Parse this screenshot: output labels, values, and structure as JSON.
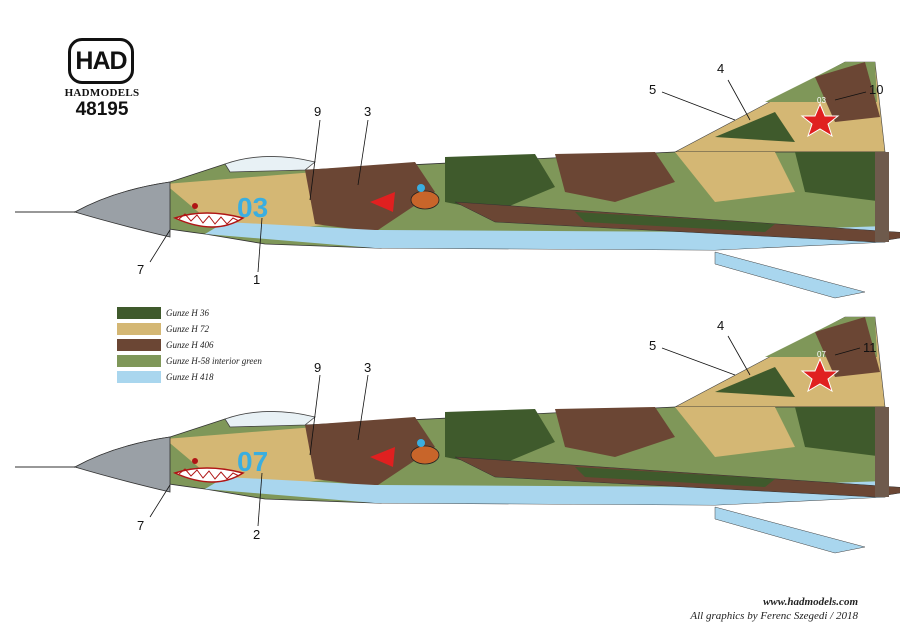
{
  "logo": {
    "letters": "HAD",
    "name": "HADMODELS",
    "number": "48195"
  },
  "legend": [
    {
      "color": "#3f5a2c",
      "label": "Gunze H 36"
    },
    {
      "color": "#d4b774",
      "label": "Gunze H 72"
    },
    {
      "color": "#6b4634",
      "label": "Gunze H 406"
    },
    {
      "color": "#7f9759",
      "label": "Gunze H-58 interior green"
    },
    {
      "color": "#a9d6ee",
      "label": "Gunze H 418"
    }
  ],
  "aircraft_top": {
    "nose_number": "03",
    "tail_number": "03",
    "callouts": [
      "9",
      "3",
      "5",
      "4",
      "10",
      "7",
      "1"
    ]
  },
  "aircraft_bottom": {
    "nose_number": "07",
    "tail_number": "07",
    "callouts": [
      "9",
      "3",
      "5",
      "4",
      "11",
      "7",
      "2"
    ]
  },
  "credits": {
    "website": "www.hadmodels.com",
    "author": "All graphics by Ferenc Szegedi  / 2018"
  },
  "colors": {
    "star": "#e02020",
    "number": "#3aaee0",
    "nose": "#9aa0a6"
  }
}
